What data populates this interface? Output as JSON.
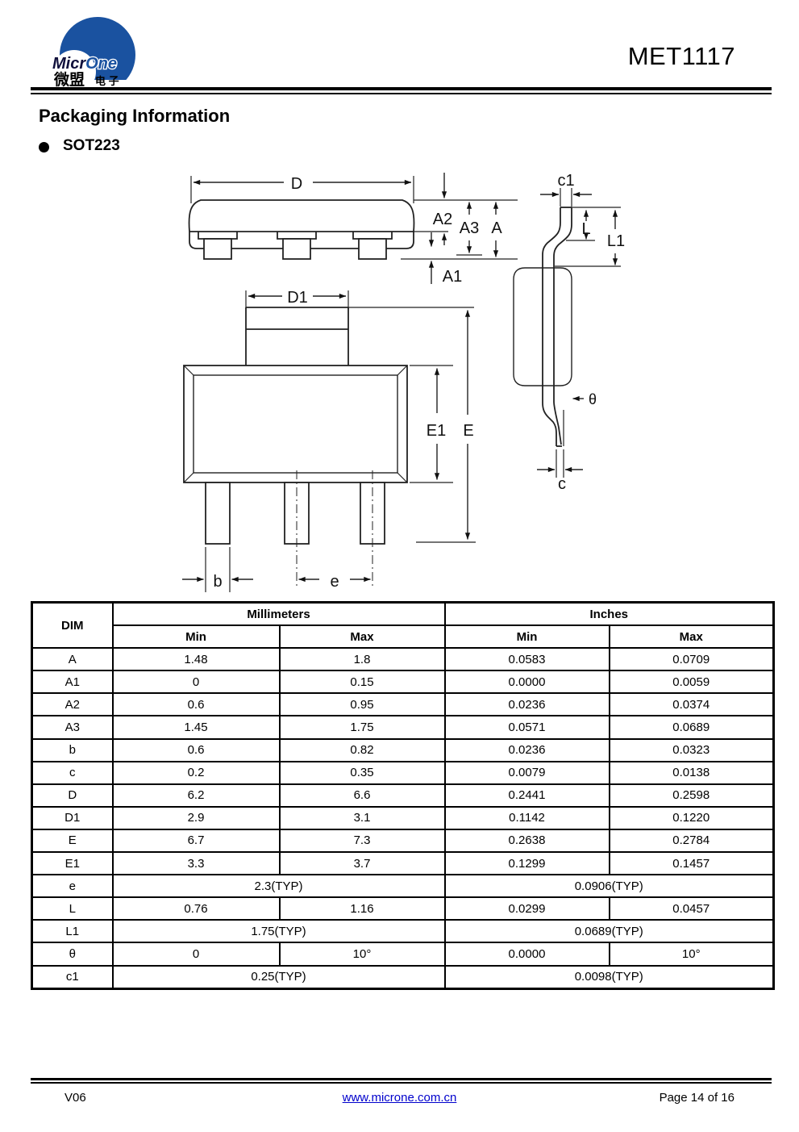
{
  "header": {
    "product": "MET1117",
    "logo": {
      "brand_part1": "Micr",
      "brand_part2": "One",
      "brand_cn_main": "微盟",
      "brand_cn_sub": "电 子"
    }
  },
  "section": {
    "title": "Packaging Information",
    "package": "SOT223"
  },
  "drawing": {
    "labels": {
      "D": "D",
      "D1": "D1",
      "A": "A",
      "A1": "A1",
      "A2": "A2",
      "A3": "A3",
      "E": "E",
      "E1": "E1",
      "b": "b",
      "c": "c",
      "c1": "c1",
      "e": "e",
      "L": "L",
      "L1": "L1",
      "theta": "θ"
    }
  },
  "table": {
    "dim_header": "DIM",
    "col_groups": [
      "Millimeters",
      "Inches"
    ],
    "sub_headers": [
      "Min",
      "Max",
      "Min",
      "Max"
    ],
    "rows": [
      {
        "dim": "A",
        "mm_min": "1.48",
        "mm_max": "1.8",
        "in_min": "0.0583",
        "in_max": "0.0709"
      },
      {
        "dim": "A1",
        "mm_min": "0",
        "mm_max": "0.15",
        "in_min": "0.0000",
        "in_max": "0.0059"
      },
      {
        "dim": "A2",
        "mm_min": "0.6",
        "mm_max": "0.95",
        "in_min": "0.0236",
        "in_max": "0.0374"
      },
      {
        "dim": "A3",
        "mm_min": "1.45",
        "mm_max": "1.75",
        "in_min": "0.0571",
        "in_max": "0.0689"
      },
      {
        "dim": "b",
        "mm_min": "0.6",
        "mm_max": "0.82",
        "in_min": "0.0236",
        "in_max": "0.0323"
      },
      {
        "dim": "c",
        "mm_min": "0.2",
        "mm_max": "0.35",
        "in_min": "0.0079",
        "in_max": "0.0138"
      },
      {
        "dim": "D",
        "mm_min": "6.2",
        "mm_max": "6.6",
        "in_min": "0.2441",
        "in_max": "0.2598"
      },
      {
        "dim": "D1",
        "mm_min": "2.9",
        "mm_max": "3.1",
        "in_min": "0.1142",
        "in_max": "0.1220"
      },
      {
        "dim": "E",
        "mm_min": "6.7",
        "mm_max": "7.3",
        "in_min": "0.2638",
        "in_max": "0.2784"
      },
      {
        "dim": "E1",
        "mm_min": "3.3",
        "mm_max": "3.7",
        "in_min": "0.1299",
        "in_max": "0.1457"
      },
      {
        "dim": "e",
        "mm_span": "2.3(TYP)",
        "in_span": "0.0906(TYP)"
      },
      {
        "dim": "L",
        "mm_min": "0.76",
        "mm_max": "1.16",
        "in_min": "0.0299",
        "in_max": "0.0457"
      },
      {
        "dim": "L1",
        "mm_span": "1.75(TYP)",
        "in_span": "0.0689(TYP)"
      },
      {
        "dim": "θ",
        "mm_min": "0",
        "mm_max": "10°",
        "in_min": "0.0000",
        "in_max": "10°"
      },
      {
        "dim": "c1",
        "mm_span": "0.25(TYP)",
        "in_span": "0.0098(TYP)"
      }
    ]
  },
  "footer": {
    "version": "V06",
    "website": "www.microne.com.cn",
    "page": "Page 14 of 16"
  },
  "colors": {
    "logo_blue": "#1a52a0",
    "logo_dark": "#10103c",
    "link_blue": "#0000cc"
  }
}
